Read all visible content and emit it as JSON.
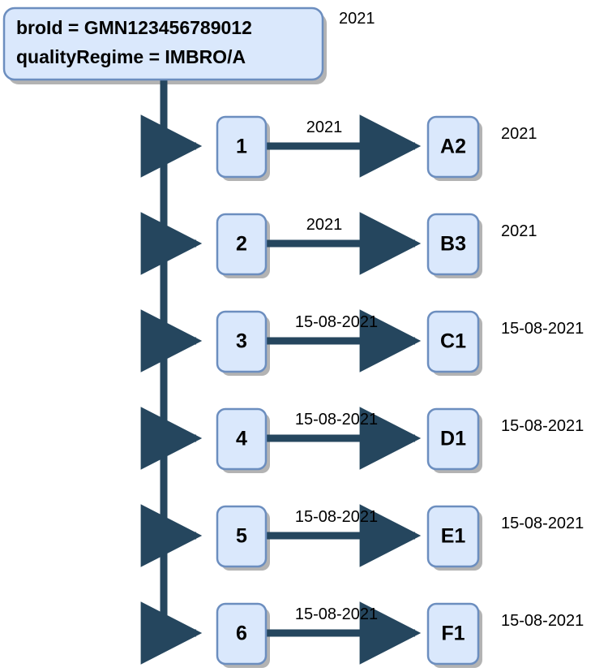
{
  "diagram": {
    "title_box": {
      "line1": "broId = GMN123456789012",
      "line2": "qualityRegime = IMBRO/A",
      "side_label": "2021"
    },
    "colors": {
      "node_fill": "#dae8fc",
      "node_stroke": "#6c8ebf",
      "connector": "#25465e",
      "shadow": "#b3b3b3",
      "text": "#000000",
      "background": "#ffffff"
    },
    "rows": [
      {
        "source_label": "1",
        "edge_label": "2021",
        "target_label": "A2",
        "side_label": "2021"
      },
      {
        "source_label": "2",
        "edge_label": "2021",
        "target_label": "B3",
        "side_label": "2021"
      },
      {
        "source_label": "3",
        "edge_label": "15-08-2021",
        "target_label": "C1",
        "side_label": "15-08-2021"
      },
      {
        "source_label": "4",
        "edge_label": "15-08-2021",
        "target_label": "D1",
        "side_label": "15-08-2021"
      },
      {
        "source_label": "5",
        "edge_label": "15-08-2021",
        "target_label": "E1",
        "side_label": "15-08-2021"
      },
      {
        "source_label": "6",
        "edge_label": "15-08-2021",
        "target_label": "F1",
        "side_label": "15-08-2021"
      }
    ]
  }
}
